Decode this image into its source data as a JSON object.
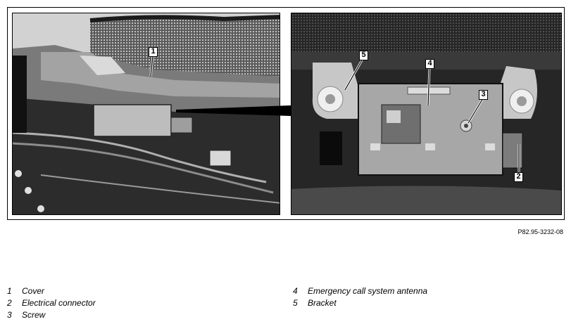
{
  "figure": {
    "reference": "P82.95-3232-08",
    "left_photo": {
      "callouts": [
        "1"
      ]
    },
    "right_photo": {
      "callouts": [
        "5",
        "4",
        "3",
        "2"
      ]
    }
  },
  "legend": [
    {
      "num": "1",
      "label": "Cover"
    },
    {
      "num": "2",
      "label": "Electrical connector"
    },
    {
      "num": "3",
      "label": "Screw"
    },
    {
      "num": "4",
      "label": "Emergency call system antenna"
    },
    {
      "num": "5",
      "label": "Bracket"
    }
  ]
}
